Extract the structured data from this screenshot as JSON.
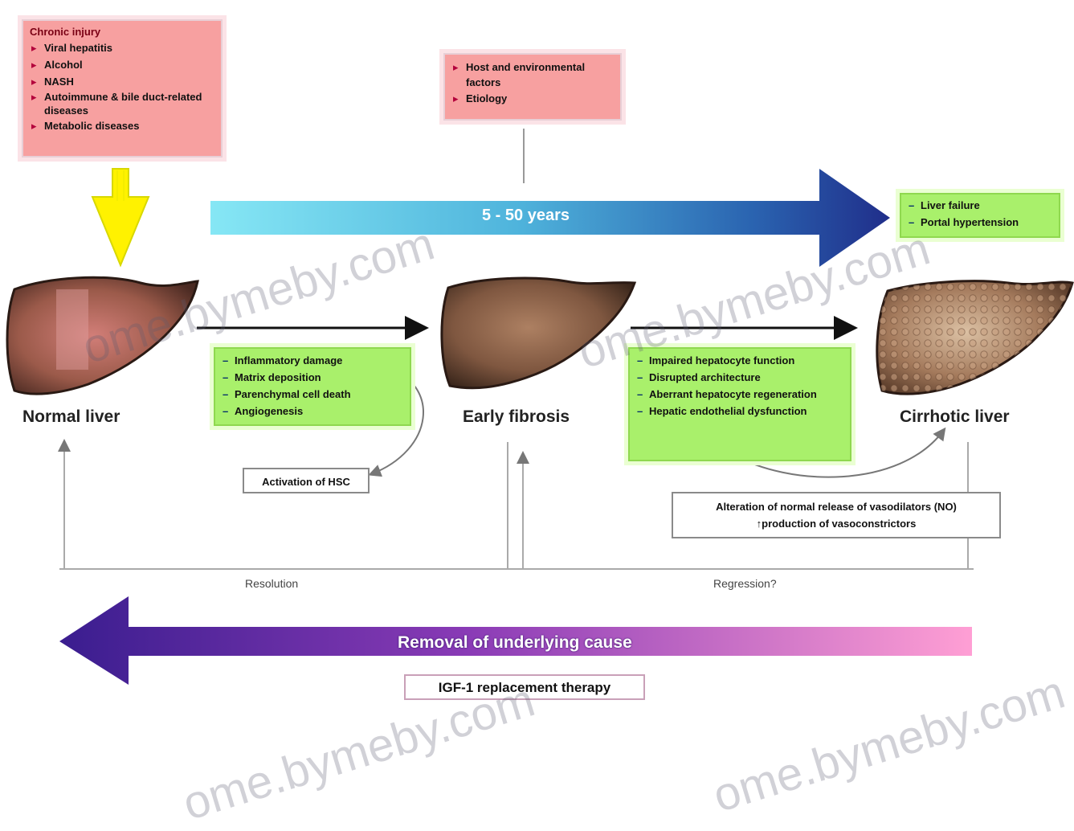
{
  "chronic_injury": {
    "heading": "Chronic injury",
    "items": [
      "Viral hepatitis",
      "Alcohol",
      "NASH",
      "Autoimmune & bile duct-related diseases",
      "Metabolic diseases"
    ]
  },
  "host_factors": {
    "items": [
      "Host and environmental factors",
      "Etiology"
    ]
  },
  "timeline": {
    "label": "5 - 50 years"
  },
  "outcomes": {
    "items": [
      "Liver failure",
      "Portal hypertension"
    ]
  },
  "stages": {
    "normal": "Normal liver",
    "early": "Early fibrosis",
    "cirrhotic": "Cirrhotic liver"
  },
  "mechanisms_early": {
    "items": [
      "Inflammatory damage",
      "Matrix deposition",
      "Parenchymal cell death",
      "Angiogenesis"
    ]
  },
  "mechanisms_late": {
    "items": [
      "Impaired hepatocyte function",
      "Disrupted architecture",
      "Aberrant hepatocyte regeneration",
      "Hepatic endothelial dysfunction"
    ]
  },
  "hsc_box": {
    "label": "Activation of HSC"
  },
  "vaso_box": {
    "line1": "Alteration of normal release of vasodilators (NO)",
    "line2": "↑production of vasoconstrictors"
  },
  "resolution_label": "Resolution",
  "regression_label": "Regression?",
  "removal_arrow": {
    "label": "Removal of underlying cause"
  },
  "therapy_box": {
    "label": "IGF-1 replacement therapy"
  },
  "watermark": {
    "text": "ome.bymeby.com"
  },
  "colors": {
    "injury_pink": "#f7a0a0",
    "mechanism_green": "#a9f06b",
    "timeline_start": "#7fe0f2",
    "timeline_end": "#1d2f8c",
    "removal_start": "#4a2599",
    "removal_end": "#ff9ad0",
    "injury_arrow": "#fff200"
  },
  "icons": [
    "liver-normal-icon",
    "liver-fibrotic-icon",
    "liver-cirrhotic-icon"
  ]
}
